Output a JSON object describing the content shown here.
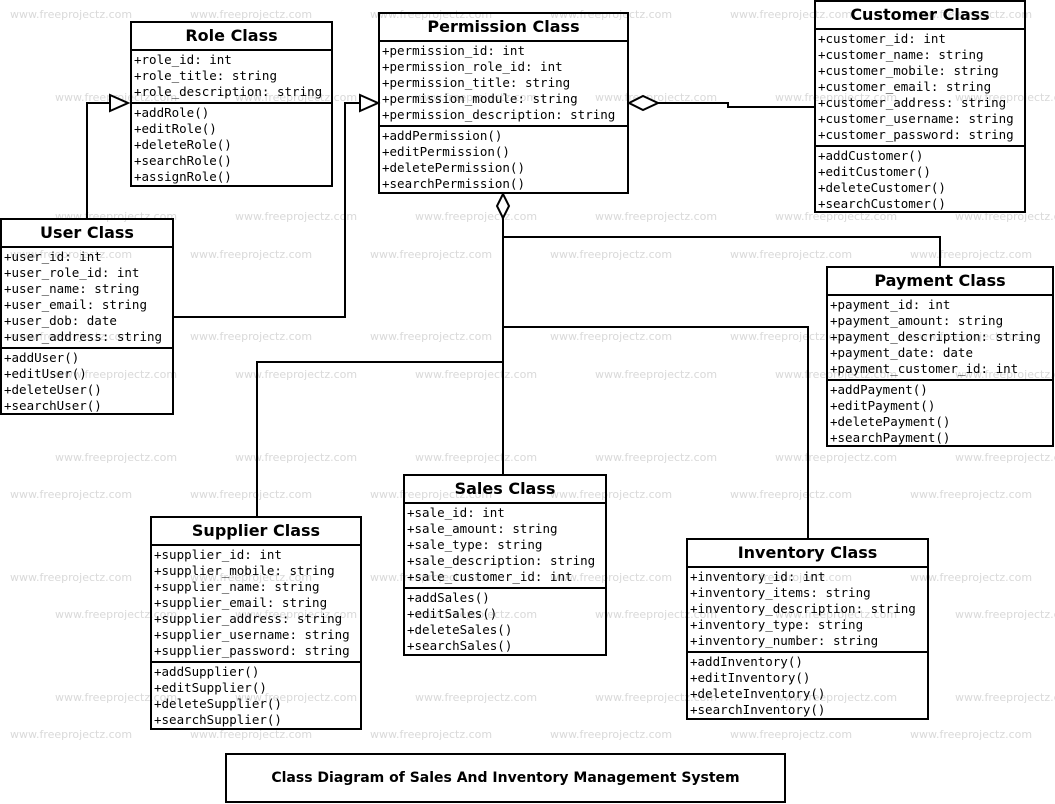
{
  "watermark": "www.freeprojectz.com",
  "caption": "Class Diagram of Sales And Inventory Management System",
  "classes": {
    "role": {
      "name": "Role Class",
      "attributes": [
        "+role_id: int",
        "+role_title: string",
        "+role_description: string"
      ],
      "methods": [
        "+addRole()",
        "+editRole()",
        "+deleteRole()",
        "+searchRole()",
        "+assignRole()"
      ]
    },
    "permission": {
      "name": "Permission Class",
      "attributes": [
        "+permission_id: int",
        "+permission_role_id: int",
        "+permission_title: string",
        "+permission_module: string",
        "+permission_description: string"
      ],
      "methods": [
        "+addPermission()",
        "+editPermission()",
        "+deletePermission()",
        "+searchPermission()"
      ]
    },
    "customer": {
      "name": "Customer Class",
      "attributes": [
        "+customer_id: int",
        "+customer_name: string",
        "+customer_mobile: string",
        "+customer_email: string",
        "+customer_address: string",
        "+customer_username: string",
        "+customer_password: string"
      ],
      "methods": [
        "+addCustomer()",
        "+editCustomer()",
        "+deleteCustomer()",
        "+searchCustomer()"
      ]
    },
    "user": {
      "name": "User Class",
      "attributes": [
        "+user_id: int",
        "+user_role_id: int",
        "+user_name: string",
        "+user_email: string",
        "+user_dob: date",
        "+user_address: string"
      ],
      "methods": [
        "+addUser()",
        "+editUser()",
        "+deleteUser()",
        "+searchUser()"
      ]
    },
    "payment": {
      "name": "Payment Class",
      "attributes": [
        "+payment_id: int",
        "+payment_amount: string",
        "+payment_description: string",
        "+payment_date: date",
        "+payment_customer_id: int"
      ],
      "methods": [
        "+addPayment()",
        "+editPayment()",
        "+deletePayment()",
        "+searchPayment()"
      ]
    },
    "sales": {
      "name": "Sales Class",
      "attributes": [
        "+sale_id: int",
        "+sale_amount: string",
        "+sale_type: string",
        "+sale_description: string",
        "+sale_customer_id: int"
      ],
      "methods": [
        "+addSales()",
        "+editSales()",
        "+deleteSales()",
        "+searchSales()"
      ]
    },
    "supplier": {
      "name": "Supplier Class",
      "attributes": [
        "+supplier_id: int",
        "+supplier_mobile: string",
        "+supplier_name: string",
        "+supplier_email: string",
        "+supplier_address: string",
        "+supplier_username: string",
        "+supplier_password: string"
      ],
      "methods": [
        "+addSupplier()",
        "+editSupplier()",
        "+deleteSupplier()",
        "+searchSupplier()"
      ]
    },
    "inventory": {
      "name": "Inventory Class",
      "attributes": [
        "+inventory_id: int",
        "+inventory_items: string",
        "+inventory_description: string",
        "+inventory_type: string",
        "+inventory_number: string"
      ],
      "methods": [
        "+addInventory()",
        "+editInventory()",
        "+deleteInventory()",
        "+searchInventory()"
      ]
    }
  }
}
